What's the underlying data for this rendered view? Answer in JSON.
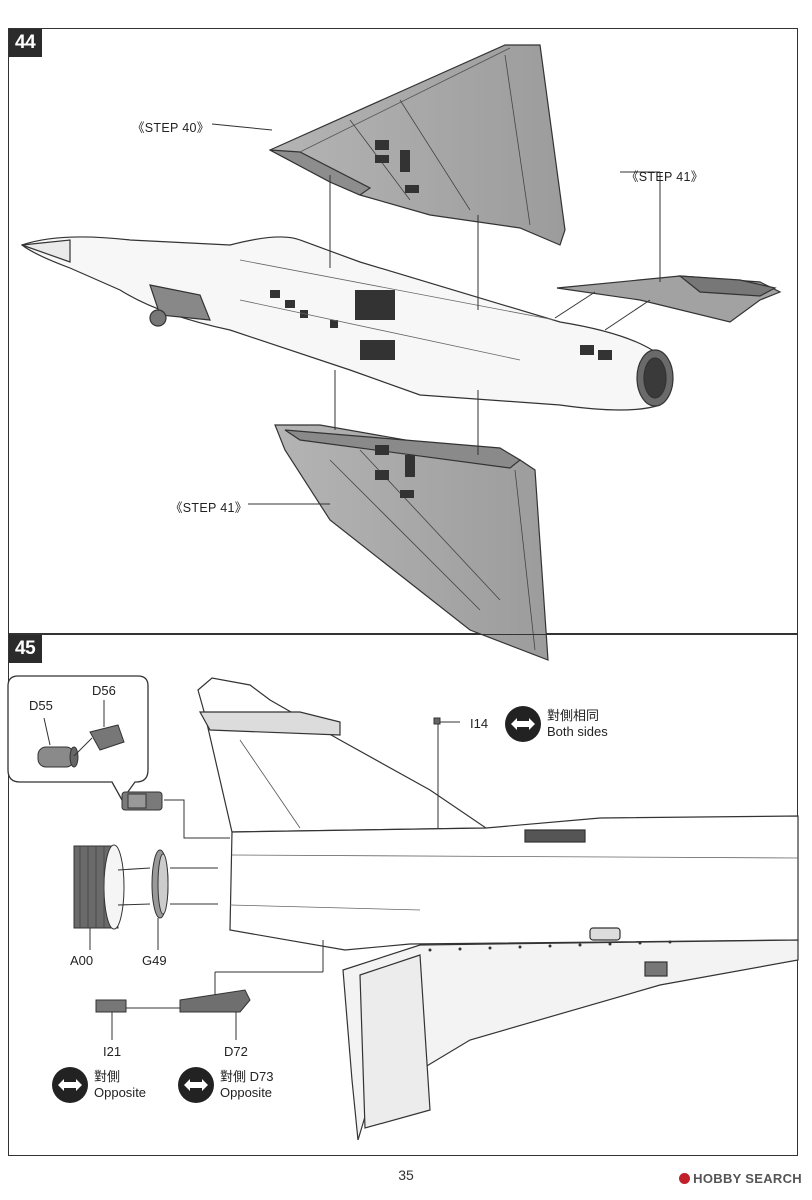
{
  "page": {
    "number": "35",
    "watermark": "HOBBY SEARCH"
  },
  "step44": {
    "number": "44",
    "refs": {
      "step40": "《STEP 40》",
      "step41_right": "《STEP 41》",
      "step41_lower": "《STEP 41》"
    }
  },
  "step45": {
    "number": "45",
    "parts": {
      "d55": "D55",
      "d56": "D56",
      "i14": "I14",
      "a00": "A00",
      "g49": "G49",
      "i21": "I21",
      "d72": "D72"
    },
    "badges": {
      "both_sides": {
        "zh": "對側相同",
        "en": "Both sides",
        "icon": "double-arrow-icon"
      },
      "opposite_1": {
        "zh": "對側",
        "en": "Opposite",
        "icon": "double-arrow-icon"
      },
      "opposite_2": {
        "zh": "對側 D73",
        "en": "Opposite",
        "icon": "double-arrow-icon"
      }
    }
  },
  "colors": {
    "ink": "#222222",
    "wing_gray": "#a9a9a9",
    "fuselage": "#ffffff",
    "watermark_red": "#c0202a"
  }
}
